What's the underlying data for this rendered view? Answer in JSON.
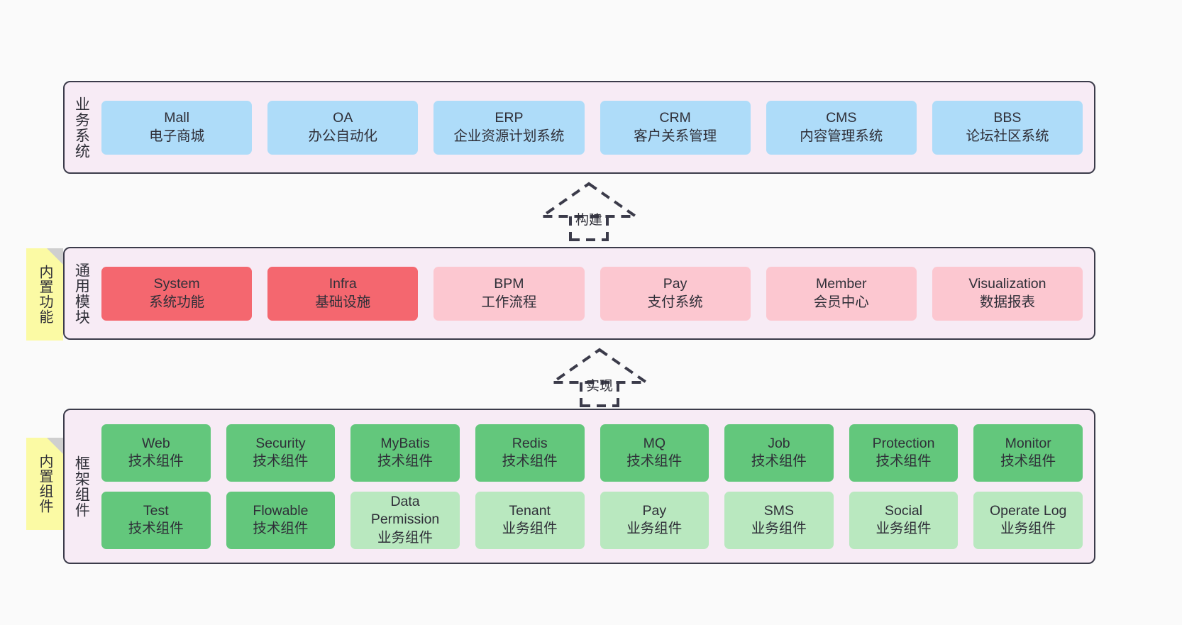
{
  "diagram": {
    "title": "",
    "background": "#fafafa",
    "panel_bg": "#f7ebf5",
    "panel_border": "#3b3b4a",
    "colors": {
      "blue": "#aedcf9",
      "red": "#f4676f",
      "pink": "#fcc7d0",
      "green": "#63c77c",
      "light_green": "#b9e8bf",
      "sticky_yellow": "#fbfaa4",
      "sticky_fold": "#cfcfcf"
    }
  },
  "layers": {
    "business": {
      "label": "业务系统",
      "cards": [
        {
          "en": "Mall",
          "cn": "电子商城",
          "color": "blue"
        },
        {
          "en": "OA",
          "cn": "办公自动化",
          "color": "blue"
        },
        {
          "en": "ERP",
          "cn": "企业资源计划系统",
          "color": "blue"
        },
        {
          "en": "CRM",
          "cn": "客户关系管理",
          "color": "blue"
        },
        {
          "en": "CMS",
          "cn": "内容管理系统",
          "color": "blue"
        },
        {
          "en": "BBS",
          "cn": "论坛社区系统",
          "color": "blue"
        }
      ]
    },
    "common": {
      "label": "通用模块",
      "sticky": "内置功能",
      "cards": [
        {
          "en": "System",
          "cn": "系统功能",
          "color": "red"
        },
        {
          "en": "Infra",
          "cn": "基础设施",
          "color": "red"
        },
        {
          "en": "BPM",
          "cn": "工作流程",
          "color": "pink"
        },
        {
          "en": "Pay",
          "cn": "支付系统",
          "color": "pink"
        },
        {
          "en": "Member",
          "cn": "会员中心",
          "color": "pink"
        },
        {
          "en": "Visualization",
          "cn": "数据报表",
          "color": "pink"
        }
      ]
    },
    "framework": {
      "label": "框架组件",
      "sticky": "内置组件",
      "row1": [
        {
          "en": "Web",
          "cn": "技术组件",
          "color": "green"
        },
        {
          "en": "Security",
          "cn": "技术组件",
          "color": "green"
        },
        {
          "en": "MyBatis",
          "cn": "技术组件",
          "color": "green"
        },
        {
          "en": "Redis",
          "cn": "技术组件",
          "color": "green"
        },
        {
          "en": "MQ",
          "cn": "技术组件",
          "color": "green"
        },
        {
          "en": "Job",
          "cn": "技术组件",
          "color": "green"
        },
        {
          "en": "Protection",
          "cn": "技术组件",
          "color": "green"
        },
        {
          "en": "Monitor",
          "cn": "技术组件",
          "color": "green"
        }
      ],
      "row2": [
        {
          "en": "Test",
          "cn": "技术组件",
          "color": "green"
        },
        {
          "en": "Flowable",
          "cn": "技术组件",
          "color": "green"
        },
        {
          "en": "Data Permission",
          "cn": "业务组件",
          "color": "light_green"
        },
        {
          "en": "Tenant",
          "cn": "业务组件",
          "color": "light_green"
        },
        {
          "en": "Pay",
          "cn": "业务组件",
          "color": "light_green"
        },
        {
          "en": "SMS",
          "cn": "业务组件",
          "color": "light_green"
        },
        {
          "en": "Social",
          "cn": "业务组件",
          "color": "light_green"
        },
        {
          "en": "Operate Log",
          "cn": "业务组件",
          "color": "light_green"
        }
      ]
    }
  },
  "connectors": [
    {
      "label": "构建",
      "from": "common",
      "to": "business"
    },
    {
      "label": "实现",
      "from": "framework",
      "to": "common"
    }
  ]
}
